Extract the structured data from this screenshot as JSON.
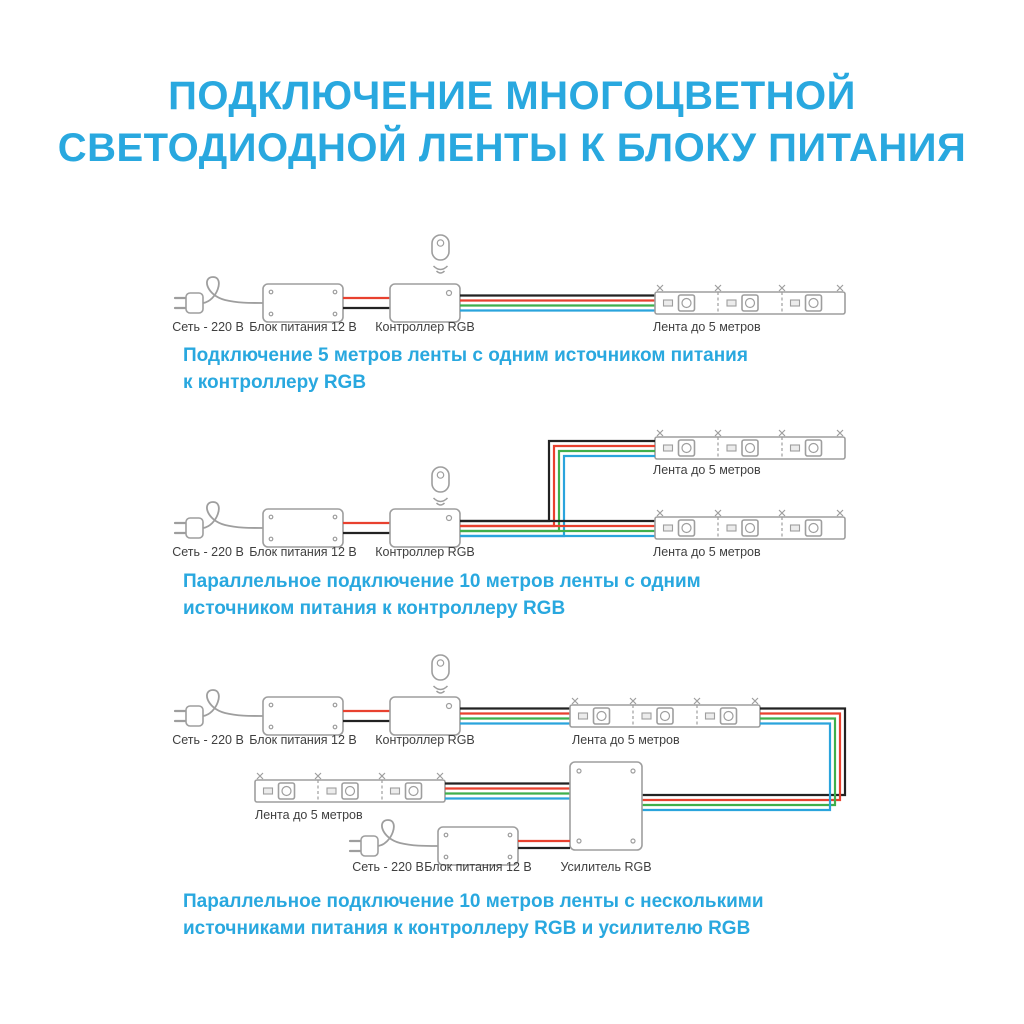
{
  "title": {
    "line1": "ПОДКЛЮЧЕНИЕ МНОГОЦВЕТНОЙ",
    "line2": "СВЕТОДИОДНОЙ ЛЕНТЫ К БЛОКУ ПИТАНИЯ"
  },
  "component_labels": {
    "mains": "Сеть - 220 В",
    "psu": "Блок питания 12 В",
    "controller": "Контроллер RGB",
    "strip": "Лента до 5 метров",
    "amplifier": "Усилитель RGB"
  },
  "diagrams": [
    {
      "caption_line1": "Подключение 5 метров ленты с одним источником питания",
      "caption_line2": "к контроллеру RGB"
    },
    {
      "caption_line1": "Параллельное подключение 10 метров ленты с одним",
      "caption_line2": "источником питания к контроллеру RGB"
    },
    {
      "caption_line1": "Параллельное подключение 10 метров ленты с несколькими",
      "caption_line2": "источниками питания к контроллеру RGB и усилителю RGB"
    }
  ],
  "colors": {
    "accent_blue": "#29a8df",
    "outline_gray": "#9e9e9e",
    "label_text": "#3f3f3f",
    "wire_black": "#222222",
    "wire_red": "#e8412f",
    "wire_green": "#3faf4c",
    "wire_blue": "#2aa4dc"
  }
}
